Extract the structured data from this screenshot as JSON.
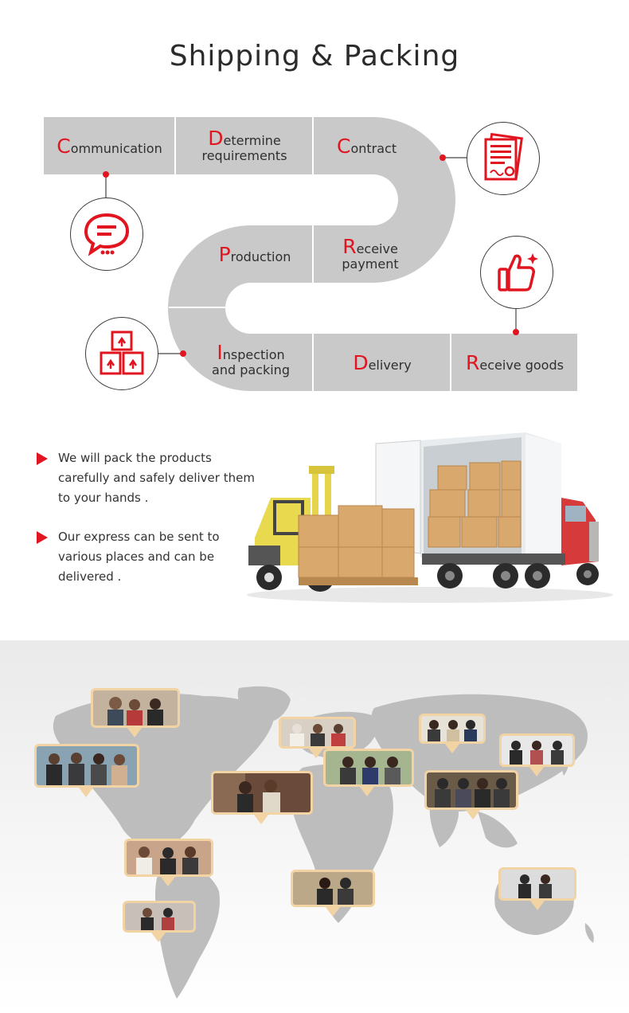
{
  "page": {
    "title": "Shipping & Packing"
  },
  "steps": [
    {
      "id": "communication",
      "cap": "C",
      "line1": "ommunication",
      "line2": ""
    },
    {
      "id": "determine",
      "cap": "D",
      "line1": "etermine",
      "line2": "requirements"
    },
    {
      "id": "contract",
      "cap": "C",
      "line1": "ontract",
      "line2": ""
    },
    {
      "id": "production",
      "cap": "P",
      "line1": "roduction",
      "line2": ""
    },
    {
      "id": "receive-payment",
      "cap": "R",
      "line1": "eceive",
      "line2": "payment"
    },
    {
      "id": "inspection",
      "cap": "I",
      "line1": "nspection",
      "line2": "and packing"
    },
    {
      "id": "delivery",
      "cap": "D",
      "line1": "elivery",
      "line2": ""
    },
    {
      "id": "receive-goods",
      "cap": "R",
      "line1": "eceive goods",
      "line2": ""
    }
  ],
  "icons": {
    "communication": "chat-bubble-icon",
    "contract": "contract-document-icon",
    "receive_goods": "thumbs-up-icon",
    "inspection": "boxes-icon"
  },
  "colors": {
    "accent": "#e0151f",
    "road": "#c9c9c9",
    "frame": "#f2d3a4"
  },
  "delivery": {
    "bullets": [
      "We will pack the products carefully and safely  deliver them to your hands .",
      "Our express can be sent to various places and can be delivered ."
    ]
  }
}
